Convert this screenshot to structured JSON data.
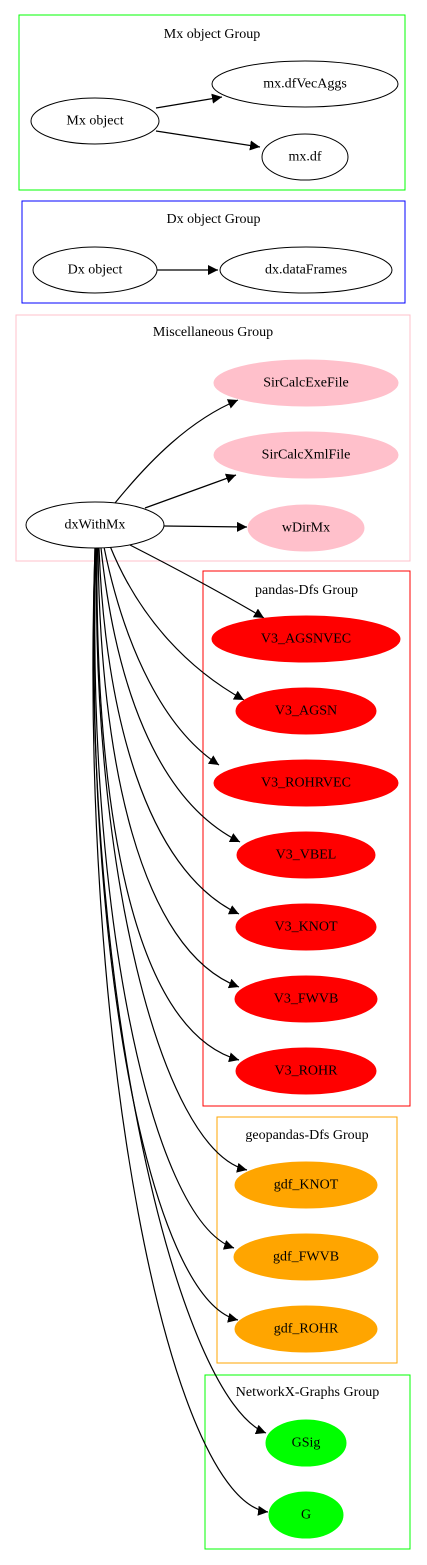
{
  "clusters": [
    {
      "id": "mx",
      "label": "Mx object Group",
      "color": "#00ff00"
    },
    {
      "id": "dx",
      "label": "Dx object Group",
      "color": "#0000ff"
    },
    {
      "id": "misc",
      "label": "Miscellaneous Group",
      "color": "#ffc0cb"
    },
    {
      "id": "pandas",
      "label": "pandas-Dfs Group",
      "color": "#ff0000"
    },
    {
      "id": "geo",
      "label": "geopandas-Dfs Group",
      "color": "#ffa500"
    },
    {
      "id": "nx",
      "label": "NetworkX-Graphs Group",
      "color": "#00ff00"
    }
  ],
  "nodes": [
    {
      "id": "mx_object",
      "label": "Mx object",
      "fill": "#ffffff",
      "outline": true
    },
    {
      "id": "mx_dtVecAggs",
      "label": "mx.dfVecAggs",
      "fill": "#ffffff",
      "outline": true
    },
    {
      "id": "mx_df",
      "label": "mx.df",
      "fill": "#ffffff",
      "outline": true
    },
    {
      "id": "dx_object",
      "label": "Dx object",
      "fill": "#ffffff",
      "outline": true
    },
    {
      "id": "dx_dataFrames",
      "label": "dx.dataFrames",
      "fill": "#ffffff",
      "outline": true
    },
    {
      "id": "SirCalcExeFile",
      "label": "SirCalcExeFile",
      "fill": "#ffc0cb",
      "outline": false
    },
    {
      "id": "SirCalcXmlFile",
      "label": "SirCalcXmlFile",
      "fill": "#ffc0cb",
      "outline": false
    },
    {
      "id": "dxWithMx",
      "label": "dxWithMx",
      "fill": "#ffffff",
      "outline": true
    },
    {
      "id": "wDirMx",
      "label": "wDirMx",
      "fill": "#ffc0cb",
      "outline": false
    },
    {
      "id": "V3_AGSNVEC",
      "label": "V3_AGSNVEC",
      "fill": "#ff0000",
      "outline": false
    },
    {
      "id": "V3_AGSN",
      "label": "V3_AGSN",
      "fill": "#ff0000",
      "outline": false
    },
    {
      "id": "V3_ROHRVEC",
      "label": "V3_ROHRVEC",
      "fill": "#ff0000",
      "outline": false
    },
    {
      "id": "V3_VBEL",
      "label": "V3_VBEL",
      "fill": "#ff0000",
      "outline": false
    },
    {
      "id": "V3_KNOT",
      "label": "V3_KNOT",
      "fill": "#ff0000",
      "outline": false
    },
    {
      "id": "V3_FWVB",
      "label": "V3_FWVB",
      "fill": "#ff0000",
      "outline": false
    },
    {
      "id": "V3_ROHR",
      "label": "V3_ROHR",
      "fill": "#ff0000",
      "outline": false
    },
    {
      "id": "gdf_KNOT",
      "label": "gdf_KNOT",
      "fill": "#ffa500",
      "outline": false
    },
    {
      "id": "gdf_FWVB",
      "label": "gdf_FWVB",
      "fill": "#ffa500",
      "outline": false
    },
    {
      "id": "gdf_ROHR",
      "label": "gdf_ROHR",
      "fill": "#ffa500",
      "outline": false
    },
    {
      "id": "GSig",
      "label": "GSig",
      "fill": "#00ff00",
      "outline": false
    },
    {
      "id": "G",
      "label": "G",
      "fill": "#00ff00",
      "outline": false
    }
  ],
  "edges": [
    {
      "from": "mx_object",
      "to": "mx_dtVecAggs"
    },
    {
      "from": "mx_object",
      "to": "mx_df"
    },
    {
      "from": "dx_object",
      "to": "dx_dataFrames"
    },
    {
      "from": "dxWithMx",
      "to": "SirCalcExeFile"
    },
    {
      "from": "dxWithMx",
      "to": "SirCalcXmlFile"
    },
    {
      "from": "dxWithMx",
      "to": "wDirMx"
    },
    {
      "from": "dxWithMx",
      "to": "V3_AGSNVEC"
    },
    {
      "from": "dxWithMx",
      "to": "V3_AGSN"
    },
    {
      "from": "dxWithMx",
      "to": "V3_ROHRVEC"
    },
    {
      "from": "dxWithMx",
      "to": "V3_VBEL"
    },
    {
      "from": "dxWithMx",
      "to": "V3_KNOT"
    },
    {
      "from": "dxWithMx",
      "to": "V3_FWVB"
    },
    {
      "from": "dxWithMx",
      "to": "V3_ROHR"
    },
    {
      "from": "dxWithMx",
      "to": "gdf_KNOT"
    },
    {
      "from": "dxWithMx",
      "to": "gdf_FWVB"
    },
    {
      "from": "dxWithMx",
      "to": "gdf_ROHR"
    },
    {
      "from": "dxWithMx",
      "to": "GSig"
    },
    {
      "from": "dxWithMx",
      "to": "G"
    }
  ]
}
